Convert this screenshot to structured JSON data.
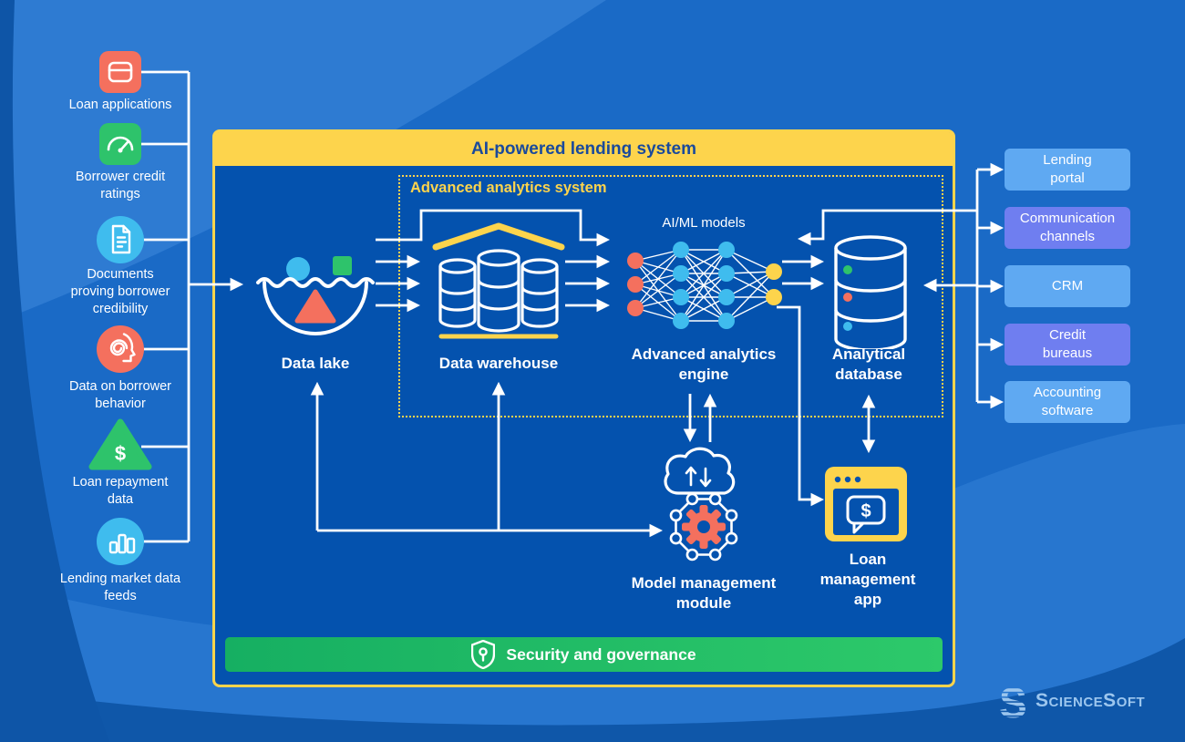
{
  "header": {
    "title": "AI-powered lending system"
  },
  "analytics_system": {
    "label": "Advanced analytics system"
  },
  "inputs": [
    {
      "label": "Loan applications",
      "icon": "wallet-icon"
    },
    {
      "label": "Borrower credit ratings",
      "icon": "gauge-icon"
    },
    {
      "label": "Documents proving borrower credibility",
      "icon": "document-icon"
    },
    {
      "label": "Data on borrower behavior",
      "icon": "mind-icon"
    },
    {
      "label": "Loan repayment data",
      "icon": "dollar-triangle-icon",
      "symbol": "$"
    },
    {
      "label": "Lending market data feeds",
      "icon": "bar-chart-icon"
    }
  ],
  "components": {
    "data_lake": {
      "label": "Data lake"
    },
    "data_warehouse": {
      "label": "Data warehouse"
    },
    "aiml_models": {
      "label": "AI/ML models"
    },
    "analytics_engine": {
      "label": "Advanced analytics engine"
    },
    "analytical_database": {
      "label": "Analytical database"
    },
    "model_management": {
      "label": "Model management module"
    },
    "loan_app": {
      "label": "Loan management app",
      "currency_symbol": "$"
    }
  },
  "security": {
    "label": "Security and governance"
  },
  "external_systems": [
    {
      "label": "Lending portal"
    },
    {
      "label": "Communication channels"
    },
    {
      "label": "CRM"
    },
    {
      "label": "Credit bureaus"
    },
    {
      "label": "Accounting software"
    }
  ],
  "branding": {
    "logo_mark": "S",
    "logo_text": "ScienceSoft"
  },
  "colors": {
    "accent_yellow": "#fdd44c",
    "panel_blue": "#0452ae",
    "salmon": "#f4705e",
    "green": "#2ec36b",
    "light_blue": "#3fbcee",
    "external_light": "#5fa9f2",
    "external_periwinkle": "#6f7ef0",
    "security_green": "#22c163",
    "logo_blue": "#9cc6ee"
  }
}
